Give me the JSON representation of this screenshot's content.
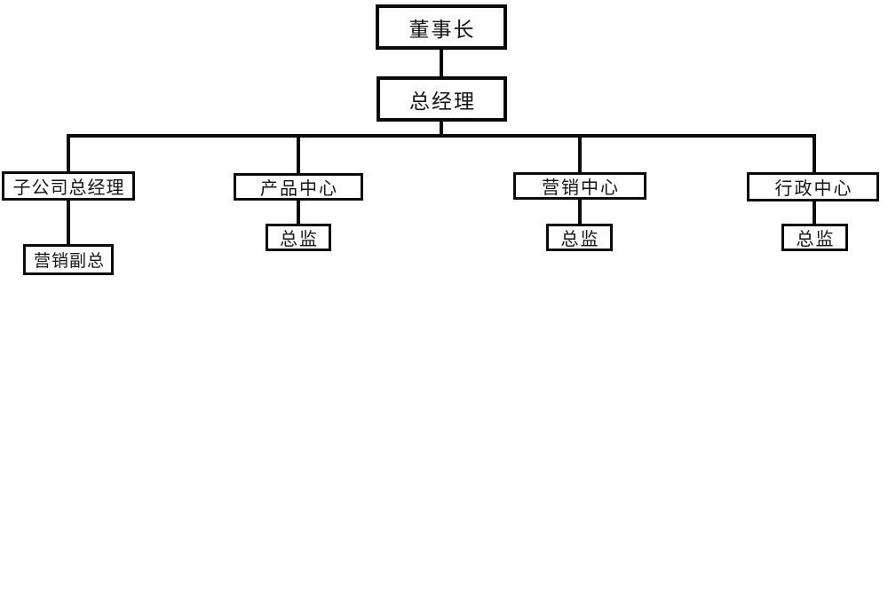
{
  "chart": {
    "type": "org-chart",
    "background_color": "#ffffff",
    "line_color": "#0b0b0b",
    "box_border_color": "#0b0b0b",
    "text_color": "#141414",
    "nodes": {
      "chairman": {
        "label": "董事长",
        "level": 1
      },
      "general_manager": {
        "label": "总经理",
        "level": 2
      },
      "subsidiary_gm": {
        "label": "子公司总经理",
        "level": 3
      },
      "product_center": {
        "label": "产品中心",
        "level": 3
      },
      "marketing_center": {
        "label": "营销中心",
        "level": 3
      },
      "admin_center": {
        "label": "行政中心",
        "level": 3
      },
      "marketing_vp": {
        "label": "营销副总",
        "level": 4
      },
      "product_director": {
        "label": "总监",
        "level": 4
      },
      "marketing_director": {
        "label": "总监",
        "level": 4
      },
      "admin_director": {
        "label": "总监",
        "level": 4
      }
    },
    "edges": [
      [
        "chairman",
        "general_manager"
      ],
      [
        "general_manager",
        "subsidiary_gm"
      ],
      [
        "general_manager",
        "product_center"
      ],
      [
        "general_manager",
        "marketing_center"
      ],
      [
        "general_manager",
        "admin_center"
      ],
      [
        "subsidiary_gm",
        "marketing_vp"
      ],
      [
        "product_center",
        "product_director"
      ],
      [
        "marketing_center",
        "marketing_director"
      ],
      [
        "admin_center",
        "admin_director"
      ]
    ]
  }
}
